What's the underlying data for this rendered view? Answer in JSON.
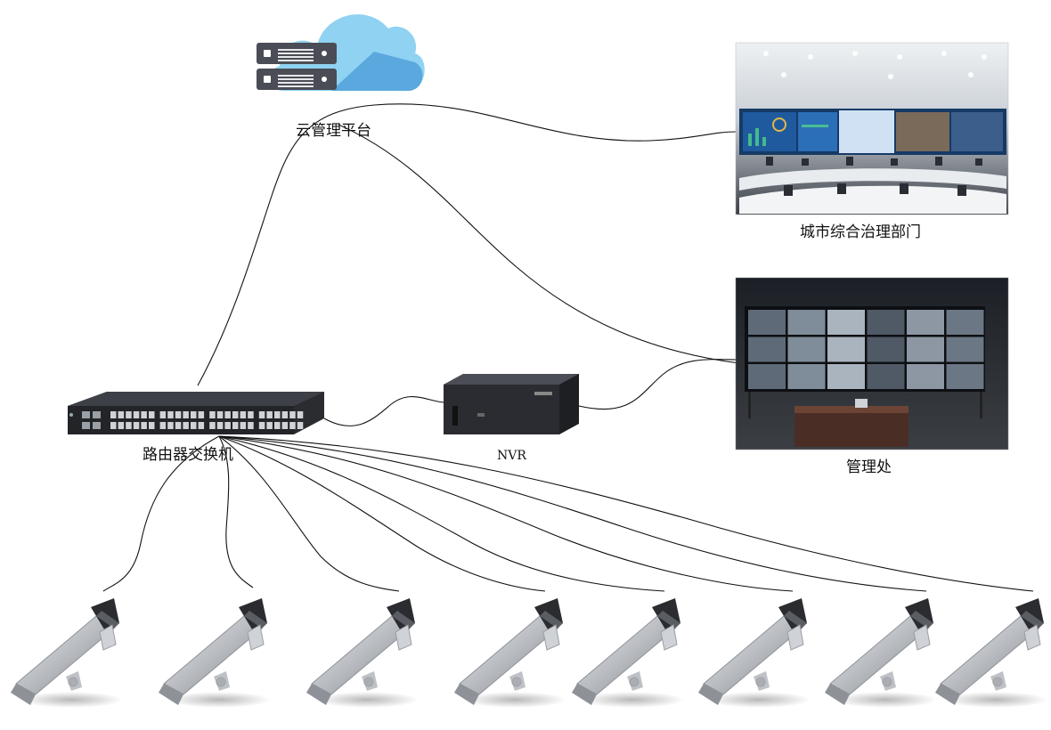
{
  "nodes": {
    "cloud": {
      "label": "云管理平台",
      "icon": "cloud-server-icon"
    },
    "city_dept": {
      "label": "城市综合治理部门",
      "icon": "control-room-photo"
    },
    "management": {
      "label": "管理处",
      "icon": "video-wall-photo"
    },
    "switch": {
      "label": "路由器交换机",
      "icon": "network-switch-icon"
    },
    "nvr": {
      "label": "NVR",
      "icon": "nvr-recorder-icon"
    }
  },
  "cameras": [
    {
      "icon": "cctv-camera-icon"
    },
    {
      "icon": "cctv-camera-icon"
    },
    {
      "icon": "cctv-camera-icon"
    },
    {
      "icon": "cctv-camera-icon"
    },
    {
      "icon": "cctv-camera-icon"
    },
    {
      "icon": "cctv-camera-icon"
    },
    {
      "icon": "cctv-camera-icon"
    },
    {
      "icon": "cctv-camera-icon"
    }
  ],
  "colors": {
    "line": "#111111",
    "cloud": "#7cc8ee",
    "server": "#4a4d55",
    "camera_body": "#b8bbc0",
    "screen_blue": "#2b6fb8",
    "room_wall": "#e8ecef"
  }
}
